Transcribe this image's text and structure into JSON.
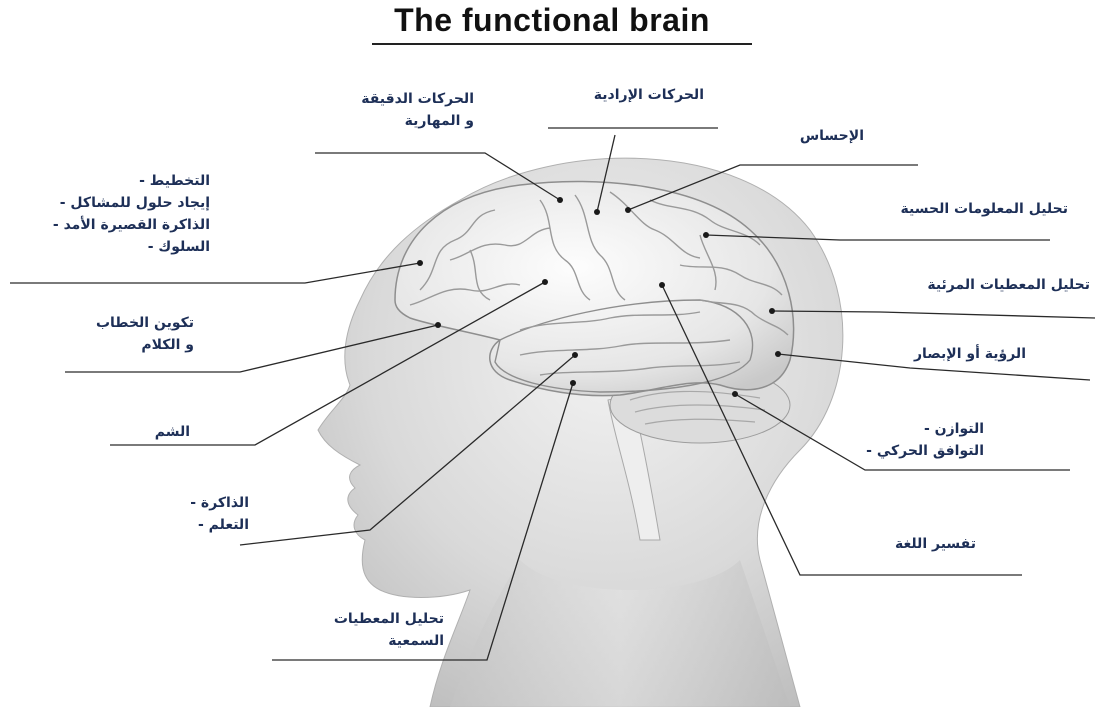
{
  "title": "The functional brain",
  "labels": {
    "fine_motor": [
      "الحركات الدقيقة",
      "و المهارية"
    ],
    "voluntary_motor": "الحركات الإرادية",
    "sensation": "الإحساس",
    "sensory_analysis": "تحليل المعلومات الحسية",
    "visual_analysis": "تحليل المعطيات المرئية",
    "vision": "الرؤية أو الإبصار",
    "balance": [
      "التوازن -",
      "التوافق الحركي -"
    ],
    "language_interpretation": "تفسير اللغة",
    "auditory_analysis": [
      "تحليل المعطيات",
      "السمعية"
    ],
    "memory_learning": [
      "الذاكرة -",
      "التعلم -"
    ],
    "smell": "الشم",
    "speech": [
      "تكوين الخطاب",
      "و الكلام"
    ],
    "planning": [
      "التخطيط -",
      "إيجاد حلول للمشاكل -",
      "الذاكرة القصيرة الأمد -",
      "السلوك -"
    ]
  },
  "colors": {
    "label_text": "#1d2f57",
    "leader_line": "#2a2a2a"
  }
}
